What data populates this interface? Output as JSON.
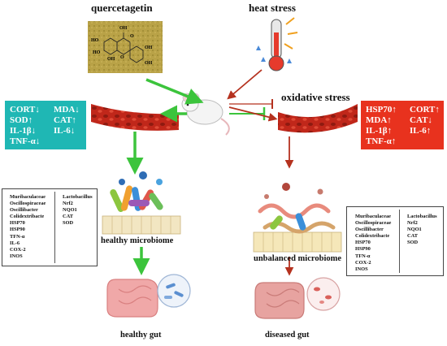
{
  "titles": {
    "quercetagetin": "quercetagetin",
    "heat_stress": "heat stress",
    "oxidative_stress": "oxidative stress",
    "healthy_microbiome": "healthy microbiome",
    "unbalanced_microbiome": "unbalanced microbiome",
    "healthy_gut": "healthy gut",
    "diseased_gut": "diseased gut"
  },
  "molecule_labels": [
    "HO",
    "OH",
    "HO",
    "OH",
    "OH",
    "OH",
    "O",
    "O"
  ],
  "treated_markers": {
    "left": [
      "CORT↓",
      "SOD↑",
      "IL-1β↓",
      "TNF-α↓"
    ],
    "right": [
      "MDA↓",
      "CAT↑",
      "IL-6↓"
    ],
    "bg_color": "#1fb7b4"
  },
  "stress_markers": {
    "left": [
      "HSP70↑",
      "MDA↑",
      "IL-1β↑",
      "TNF-α↑"
    ],
    "right": [
      "CORT↑",
      "CAT↓",
      "IL-6↑"
    ],
    "bg_color": "#e8321e"
  },
  "healthy_list": {
    "down": [
      "Muribaculaceae",
      "Oscillospiraceae",
      "Oscillibacter",
      "Colidextribacte",
      "HSP70",
      "HSP90",
      "TFN-α",
      "IL-6",
      "COX-2",
      "INOS"
    ],
    "up": [
      "Lactobacillus",
      "Nrf2",
      "NQO1",
      "CAT",
      "SOD"
    ]
  },
  "unbalanced_list": {
    "up": [
      "Muribaculaceae",
      "Oscillospiraceae",
      "Oscillibacter",
      "Colidextribacte",
      "HSP70",
      "HSP90",
      "TFN-α",
      "COX-2",
      "INOS"
    ],
    "down": [
      "Lactobacillus",
      "Nrf2",
      "NQO1",
      "CAT",
      "SOD"
    ]
  },
  "colors": {
    "green_arrow": "#3cc43c",
    "red_arrow": "#b5321f",
    "up_arrow": "#c0392b",
    "down_arrow": "#2e8b3e",
    "vessel": "#c0271a"
  },
  "icons": [
    "powder-sample-icon",
    "thermometer-icon",
    "mouse-icon",
    "blood-vessel-icon",
    "microbiome-icon",
    "intestine-icon"
  ]
}
